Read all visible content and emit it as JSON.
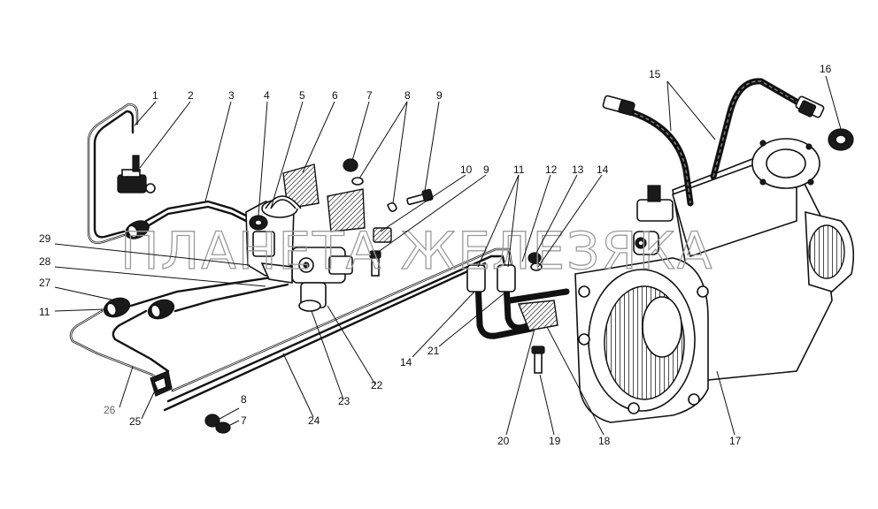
{
  "watermark": "ПЛАНЕТА ЖЕЛЕЗЯКА",
  "callouts": {
    "c1": "1",
    "c2": "2",
    "c3": "3",
    "c4": "4",
    "c5": "5",
    "c6": "6",
    "c7a": "7",
    "c8a": "8",
    "c9a": "9",
    "c10": "10",
    "c9b": "9",
    "c11a": "11",
    "c12": "12",
    "c13": "13",
    "c14a": "14",
    "c15": "15",
    "c16": "16",
    "c29": "29",
    "c28": "28",
    "c27": "27",
    "c11b": "11",
    "c26": "26",
    "c25": "25",
    "c8b": "8",
    "c7b": "7",
    "c24": "24",
    "c23": "23",
    "c22": "22",
    "c14b": "14",
    "c21": "21",
    "c20": "20",
    "c19": "19",
    "c18": "18",
    "c17": "17"
  }
}
